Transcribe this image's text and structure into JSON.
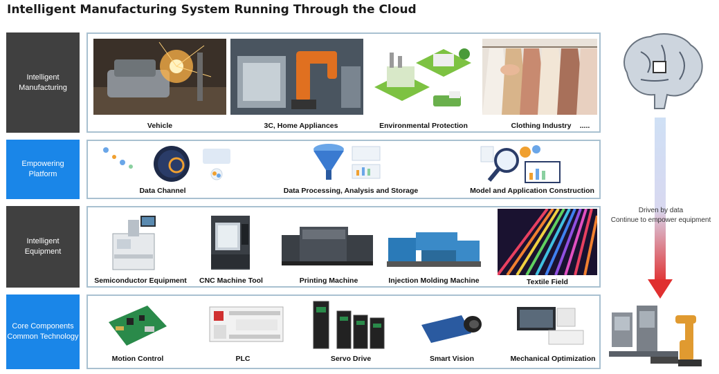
{
  "title": "Intelligent Manufacturing System Running Through the Cloud",
  "rows": {
    "manufacturing": {
      "side_label": "Intelligent\nManufacturing",
      "items": [
        "Vehicle",
        "3C, Home Appliances",
        "Environmental Protection",
        "Clothing Industry",
        "....."
      ]
    },
    "platform": {
      "side_label": "Empowering\nPlatform",
      "items": [
        "Data Channel",
        "Data Processing, Analysis and Storage",
        "Model and Application Construction"
      ]
    },
    "equipment": {
      "side_label": "Intelligent\nEquipment",
      "items": [
        "Semiconductor Equipment",
        "CNC Machine Tool",
        "Printing Machine",
        "Injection Molding Machine",
        "Textile Field"
      ]
    },
    "components": {
      "side_label": "Core Components\nCommon Technology",
      "items": [
        "Motion Control",
        "PLC",
        "Servo Drive",
        "Smart Vision",
        "Mechanical Optimization"
      ]
    }
  },
  "flow_note": {
    "line1": "Driven by data",
    "line2": "Continue to empower equipment"
  },
  "colors": {
    "side_dark": "#404040",
    "side_blue": "#1a86e8",
    "panel_border": "#a8c0d0",
    "arrow_top": "#cfe0f5",
    "arrow_bottom": "#e03030"
  },
  "icons": [
    "brain-icon",
    "factory-robot-icon"
  ]
}
